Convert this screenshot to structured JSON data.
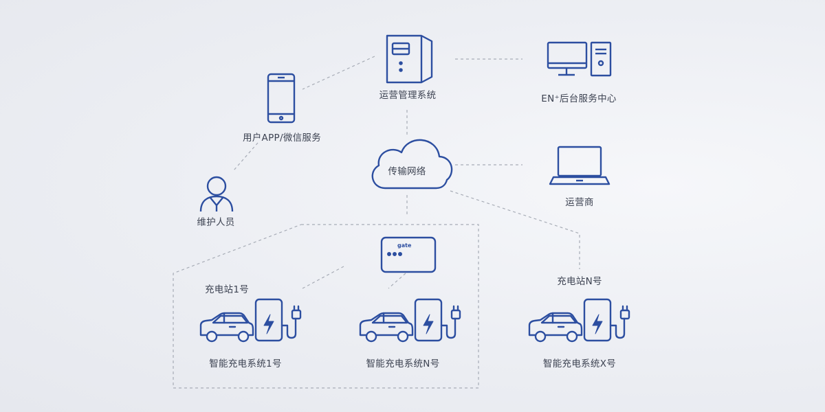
{
  "colors": {
    "stroke": "#2c4ea0",
    "dash": "#a7acb6",
    "text": "#3d4352",
    "accent": "#2c4ea0"
  },
  "nodes": {
    "ops_system": {
      "label": "运营管理系统",
      "icon": "server-tower-icon"
    },
    "backend_center": {
      "label": "EN⁺后台服务中心",
      "icon": "desktop-computer-icon"
    },
    "user_app": {
      "label": "用户APP/微信服务",
      "icon": "smartphone-icon"
    },
    "network": {
      "label": "传输网络",
      "icon": "cloud-icon"
    },
    "operator": {
      "label": "运营商",
      "icon": "laptop-icon"
    },
    "maintainer": {
      "label": "维护人员",
      "icon": "person-icon"
    },
    "gateway": {
      "label": "gate",
      "icon": "gateway-box-icon"
    },
    "station1": {
      "label": "充电站1号"
    },
    "stationN": {
      "label": "充电站N号"
    },
    "charger1": {
      "label": "智能充电系统1号",
      "icon": "car-charger-icon"
    },
    "chargerN": {
      "label": "智能充电系统N号",
      "icon": "car-charger-icon"
    },
    "chargerX": {
      "label": "智能充电系统X号",
      "icon": "car-charger-icon"
    }
  }
}
